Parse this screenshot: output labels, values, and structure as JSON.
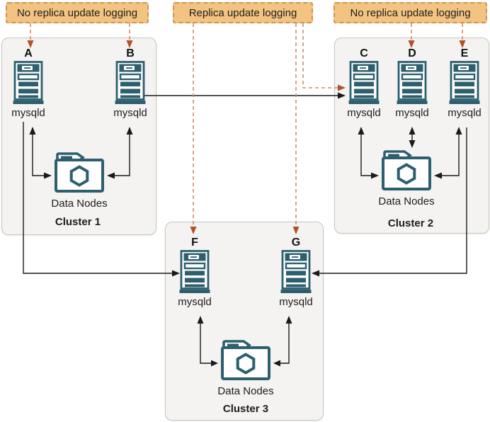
{
  "annotations": [
    {
      "label": "No replica update logging"
    },
    {
      "label": "Replica update logging"
    },
    {
      "label": "No replica update logging"
    }
  ],
  "clusters": [
    {
      "name": "Cluster 1",
      "data_nodes_label": "Data Nodes",
      "servers": [
        {
          "id": "A",
          "daemon": "mysqld"
        },
        {
          "id": "B",
          "daemon": "mysqld"
        }
      ]
    },
    {
      "name": "Cluster 2",
      "data_nodes_label": "Data Nodes",
      "servers": [
        {
          "id": "C",
          "daemon": "mysqld"
        },
        {
          "id": "D",
          "daemon": "mysqld"
        },
        {
          "id": "E",
          "daemon": "mysqld"
        }
      ]
    },
    {
      "name": "Cluster 3",
      "data_nodes_label": "Data Nodes",
      "servers": [
        {
          "id": "F",
          "daemon": "mysqld"
        },
        {
          "id": "G",
          "daemon": "mysqld"
        }
      ]
    }
  ],
  "colors": {
    "icon_teal": "#2d5f6e",
    "note_fill": "#f3c381",
    "note_border": "#cd9355",
    "dashed_connector": "#c98d69",
    "dashed_arrowhead": "#b0512b",
    "solid_line": "#1a1a1a",
    "cluster_fill": "#f4f3f1",
    "cluster_border": "#c9c6c2"
  }
}
